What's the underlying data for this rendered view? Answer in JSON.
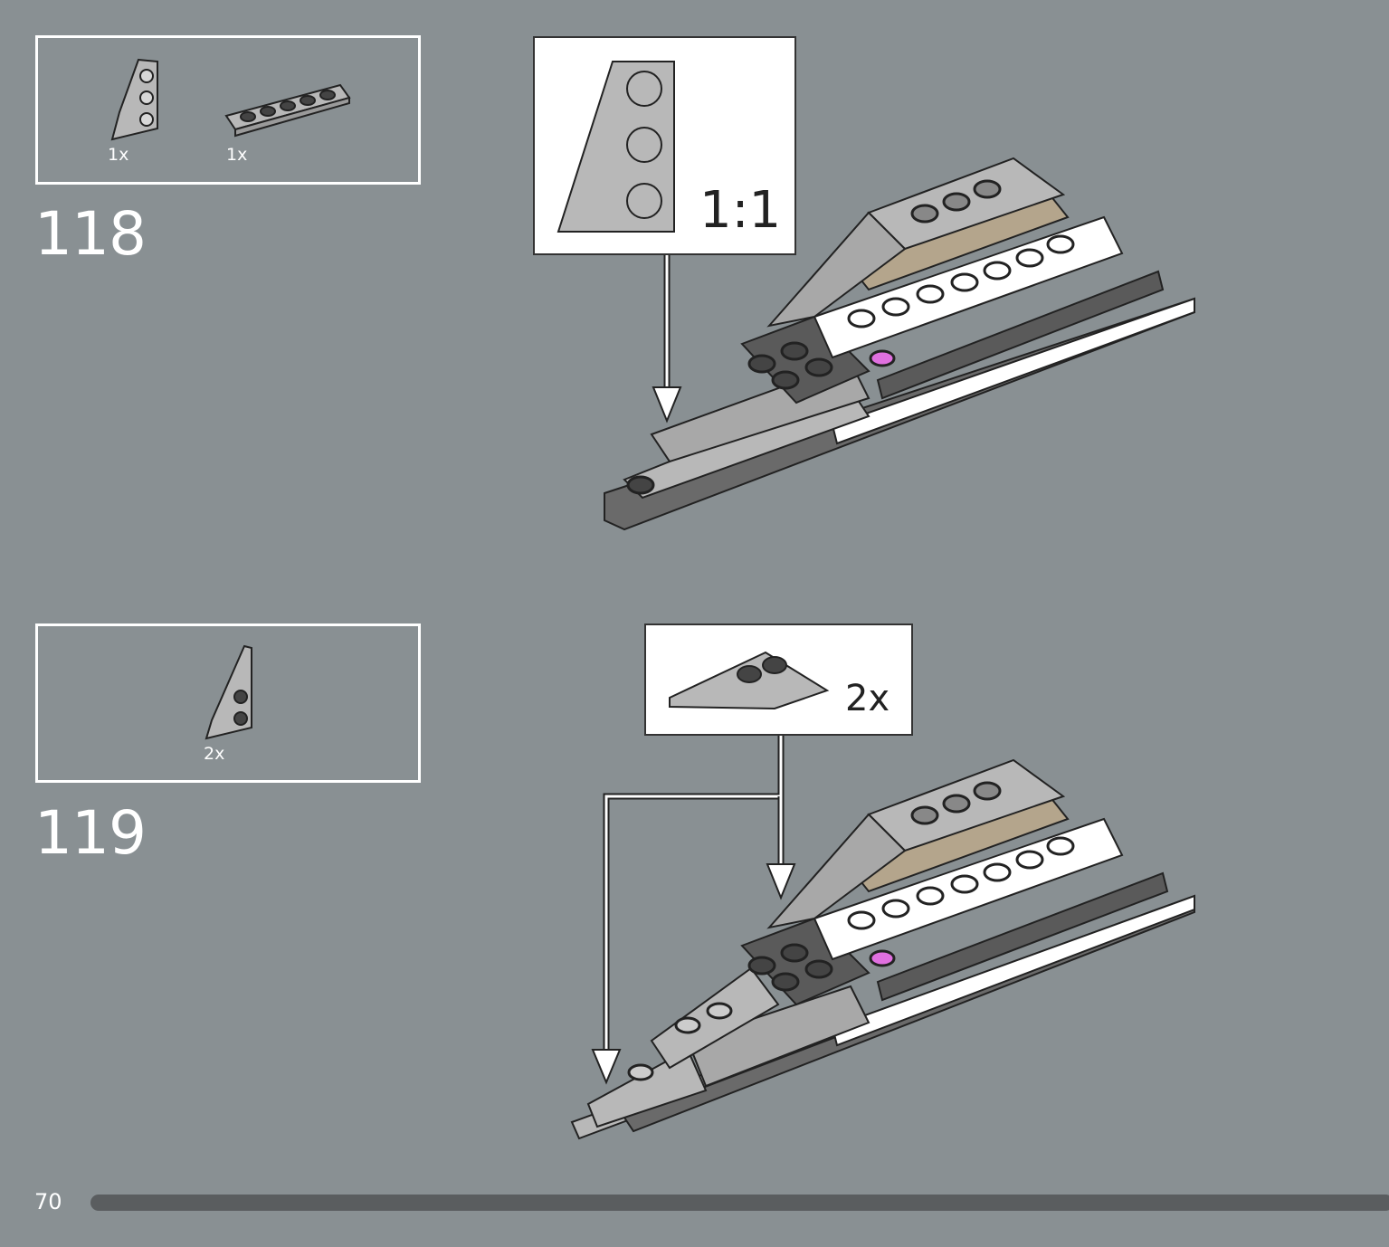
{
  "steps": [
    {
      "number": "118",
      "parts": [
        {
          "qty": "1x",
          "icon": "wedge-plate-icon",
          "color": "#b8b8b8"
        },
        {
          "qty": "1x",
          "icon": "plate-1x6-icon",
          "color": "#b8b8b8"
        }
      ],
      "callout": {
        "label": "1:1"
      }
    },
    {
      "number": "119",
      "parts": [
        {
          "qty": "2x",
          "icon": "wedge-plate-small-icon",
          "color": "#b8b8b8"
        }
      ],
      "callout": {
        "label": "2x"
      }
    }
  ],
  "page": {
    "number": "70"
  },
  "colors": {
    "background": "#899093",
    "light_gray": "#b8b8b8",
    "dark_gray": "#5a5a5a",
    "tan": "#b4a58c",
    "white": "#ffffff",
    "magenta": "#e070e0"
  }
}
